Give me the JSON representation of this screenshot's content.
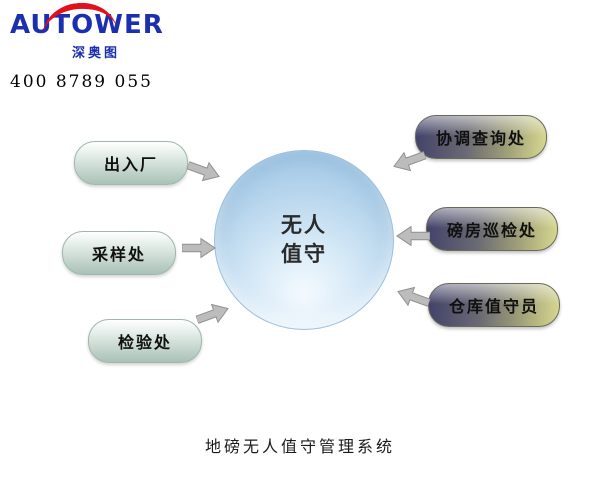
{
  "logo": {
    "brand": "AUTOWER",
    "brand_sub": "深奥图",
    "phone": "400 8789 055"
  },
  "diagram": {
    "center": {
      "line1": "无人",
      "line2": "值守"
    },
    "left_nodes": [
      {
        "label": "出入厂"
      },
      {
        "label": "采样处"
      },
      {
        "label": "检验处"
      }
    ],
    "right_nodes": [
      {
        "label": "协调查询处"
      },
      {
        "label": "磅房巡检处"
      },
      {
        "label": "仓库值守员"
      }
    ]
  },
  "footer": {
    "title": "地磅无人值守管理系统"
  },
  "colors": {
    "brand_blue": "#1c2fae",
    "swoosh_red": "#e0111a",
    "circle_fill": "#b5d4ec",
    "left_pill": "#bccfc6",
    "right_pill_dark": "#41416a",
    "right_pill_light": "#d8d890",
    "arrow_gray": "#bcbcbc"
  }
}
